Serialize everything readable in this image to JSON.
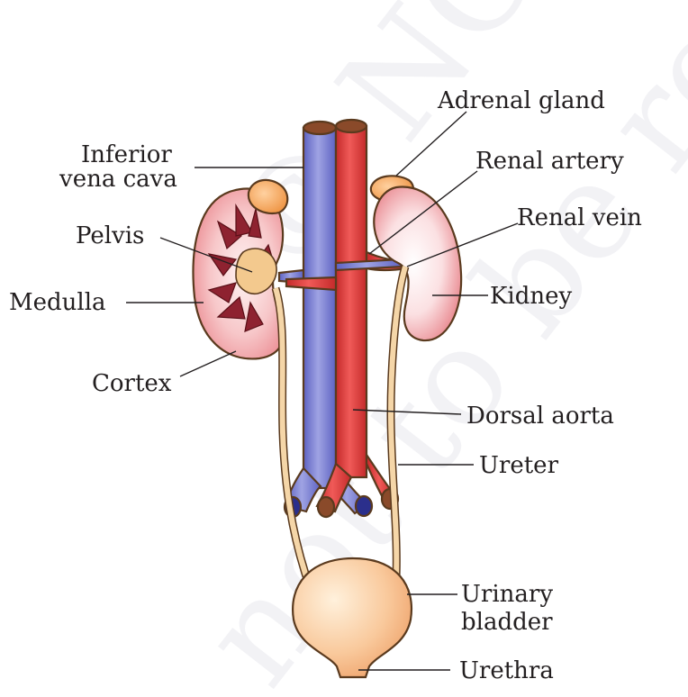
{
  "watermark": {
    "line1": "© NCERT",
    "line2": "not to be republished"
  },
  "labels": {
    "adrenal_gland": "Adrenal gland",
    "inferior_vena_cava_1": "Inferior",
    "inferior_vena_cava_2": "vena cava",
    "renal_artery": "Renal artery",
    "renal_vein": "Renal vein",
    "pelvis": "Pelvis",
    "medulla": "Medulla",
    "kidney": "Kidney",
    "cortex": "Cortex",
    "dorsal_aorta": "Dorsal aorta",
    "ureter": "Ureter",
    "urinary_bladder_1": "Urinary",
    "urinary_bladder_2": "bladder",
    "urethra": "Urethra"
  },
  "colors": {
    "vein": "#7b7fd0",
    "artery": "#d83a3a",
    "kidney": "#f2b4b8",
    "adrenal": "#f4a25a",
    "ureter": "#f5d6a8",
    "bladder": "#f8c596",
    "medulla_pyramid": "#8e2230"
  }
}
